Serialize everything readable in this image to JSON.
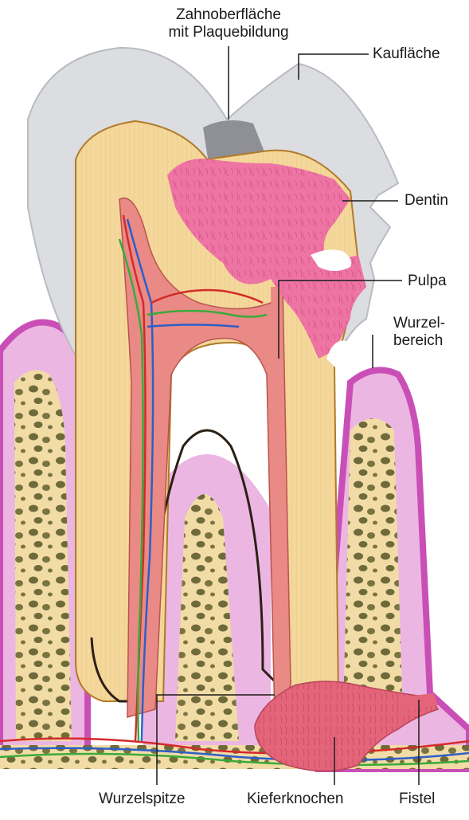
{
  "labels": {
    "surface_line1": "Zahnoberfläche",
    "surface_line2": "mit Plaquebildung",
    "chewing_surface": "Kaufläche",
    "dentin": "Dentin",
    "pulp": "Pulpa",
    "root_area_line1": "Wurzel-",
    "root_area_line2": "bereich",
    "root_tip": "Wurzelspitze",
    "jaw_bone": "Kieferknochen",
    "fistula": "Fistel"
  },
  "colors": {
    "enamel": "#dcdde0",
    "dentin": "#f4d79a",
    "pulp": "#e98a86",
    "caries": "#ee6fa4",
    "plaque": "#8f8f96",
    "gum": "#c94fb6",
    "gum_light": "#ecb6e2",
    "bone": "#f2dca6",
    "bone_pores": "#6f6a3a",
    "abscess": "#e4647a",
    "artery": "#d42a2a",
    "vein": "#2e5ec8",
    "nerve": "#3aaa3a"
  }
}
